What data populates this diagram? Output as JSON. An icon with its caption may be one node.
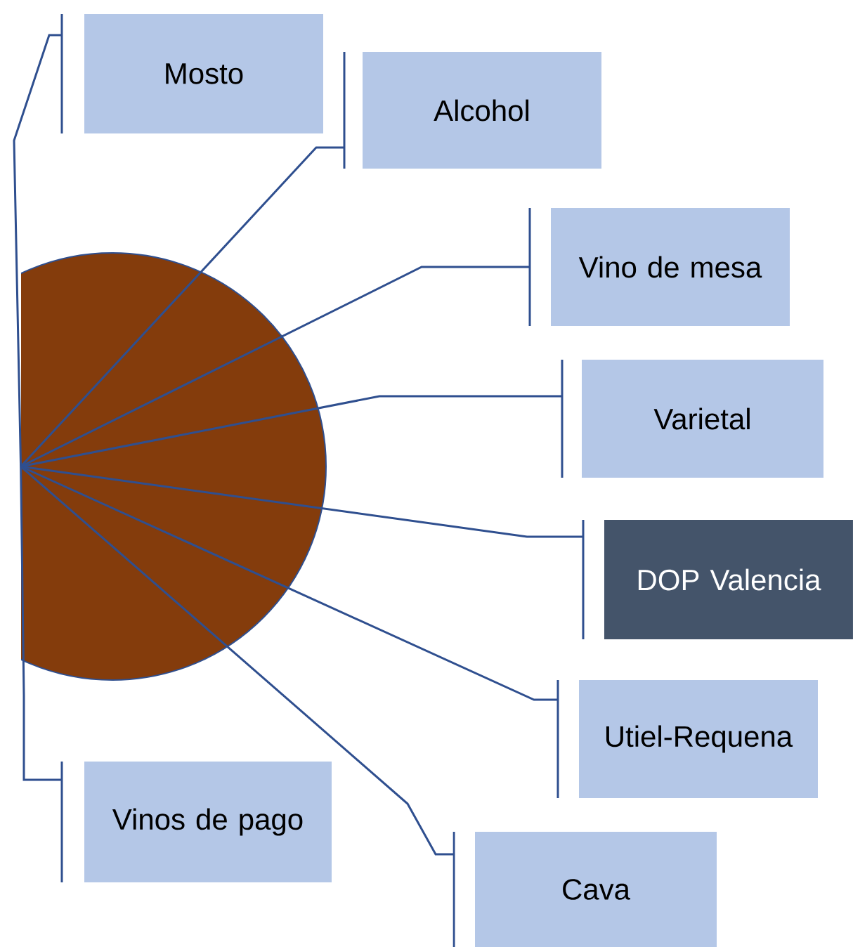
{
  "diagram": {
    "nodes": [
      {
        "text": [],
        "shape": "semicircle"
      },
      {
        "text": [
          "Mosto"
        ]
      },
      {
        "text": [
          "Alcohol"
        ]
      },
      {
        "text": [
          "Vino de mesa"
        ]
      },
      {
        "text": [
          "Varietal"
        ]
      },
      {
        "text": [
          "DOP Valencia"
        ]
      },
      {
        "text": [
          "Utiel-Requena"
        ]
      },
      {
        "text": [
          "Vinos de pago"
        ]
      },
      {
        "text": [
          "Cava"
        ]
      }
    ],
    "edges": [
      {
        "from": 0,
        "to": 1,
        "arrow": "none"
      },
      {
        "from": 0,
        "to": 2,
        "arrow": "none"
      },
      {
        "from": 0,
        "to": 3,
        "arrow": "none"
      },
      {
        "from": 0,
        "to": 4,
        "arrow": "none"
      },
      {
        "from": 0,
        "to": 5,
        "arrow": "none"
      },
      {
        "from": 0,
        "to": 6,
        "arrow": "none"
      },
      {
        "from": 0,
        "to": 7,
        "arrow": "none"
      },
      {
        "from": 0,
        "to": 8,
        "arrow": "none"
      }
    ]
  }
}
